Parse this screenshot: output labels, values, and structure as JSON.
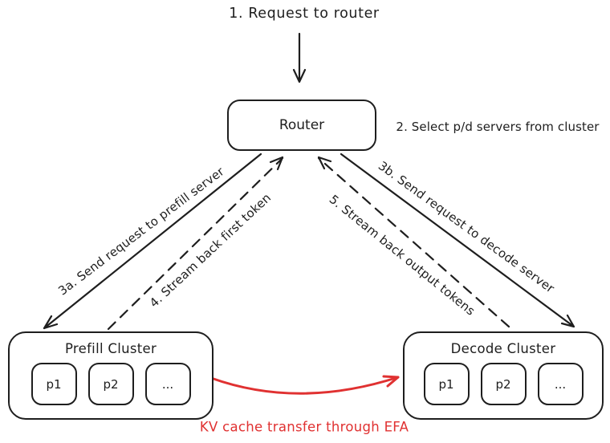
{
  "diagram": {
    "colors": {
      "background": "#ffffff",
      "stroke": "#1e1e1e",
      "accent_red": "#e03131"
    },
    "steps": {
      "s1": "1. Request to router",
      "s2": "2. Select p/d servers from cluster",
      "s3a": "3a. Send request to prefill server",
      "s4": "4. Stream back first token",
      "s3b": "3b. Send request to decode server",
      "s5": "5. Stream back output tokens",
      "kv": "KV cache transfer through EFA"
    },
    "router": {
      "label": "Router"
    },
    "prefill_cluster": {
      "title": "Prefill Cluster",
      "servers": [
        "p1",
        "p2",
        "..."
      ]
    },
    "decode_cluster": {
      "title": "Decode Cluster",
      "servers": [
        "p1",
        "p2",
        "..."
      ]
    }
  }
}
